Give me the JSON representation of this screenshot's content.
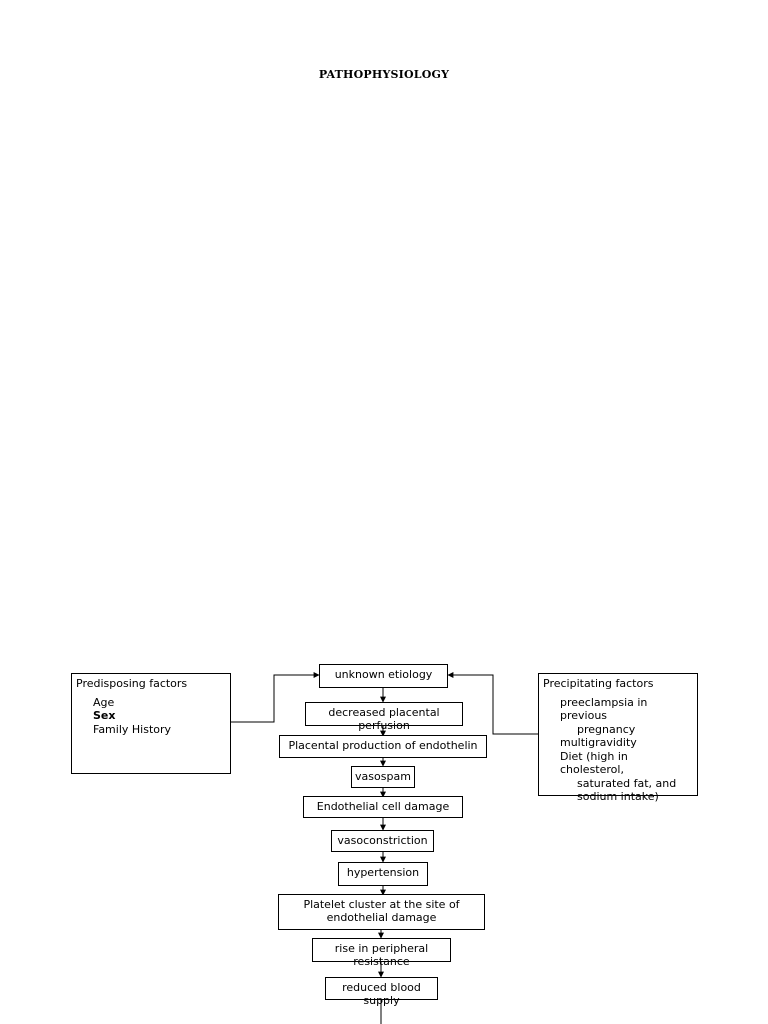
{
  "title": "PATHOPHYSIOLOGY",
  "predisposing": {
    "heading": "Predisposing factors",
    "items": [
      {
        "text": "Age",
        "bold": false
      },
      {
        "text": "Sex",
        "bold": true
      },
      {
        "text": "Family History",
        "bold": false
      }
    ]
  },
  "precipitating": {
    "heading": "Precipitating factors",
    "items": [
      {
        "line1": "preeclampsia in previous",
        "cont": "pregnancy"
      },
      {
        "line1": "multigravidity",
        "cont": ""
      },
      {
        "line1": "Diet (high in cholesterol,",
        "cont": "saturated fat, and sodium intake)"
      }
    ]
  },
  "flow": [
    "unknown etiology",
    "decreased placental perfusion",
    "Placental production of endothelin",
    "vasospam",
    "Endothelial cell damage",
    "vasoconstriction",
    "hypertension",
    "Platelet cluster at the site of endothelial damage",
    "rise in peripheral resistance",
    "reduced blood supply"
  ]
}
